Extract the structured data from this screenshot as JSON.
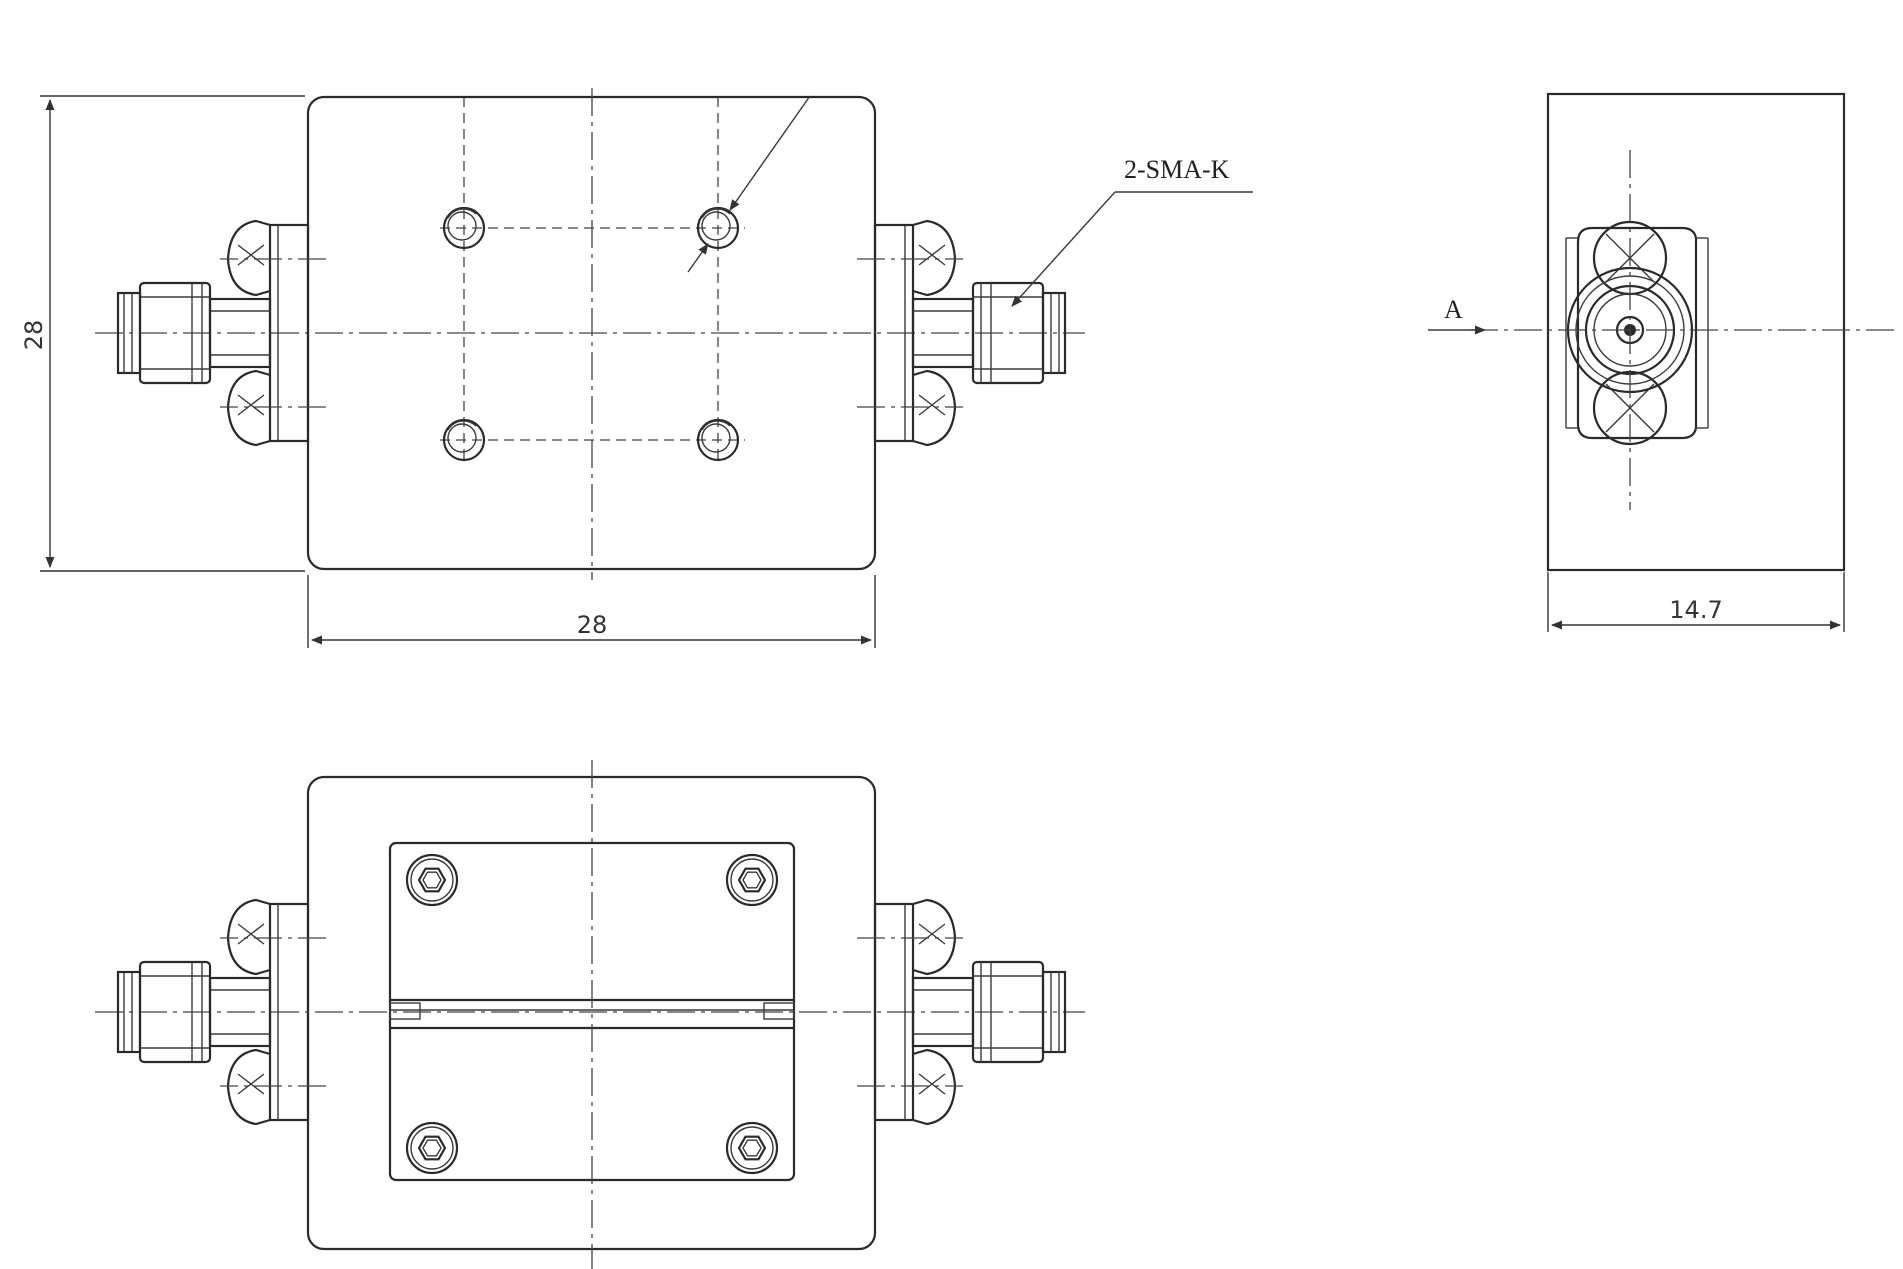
{
  "drawing": {
    "dim_height": "28",
    "dim_width": "28",
    "dim_depth": "14.7",
    "connector_label": "2-SMA-K",
    "view_label": "A"
  }
}
